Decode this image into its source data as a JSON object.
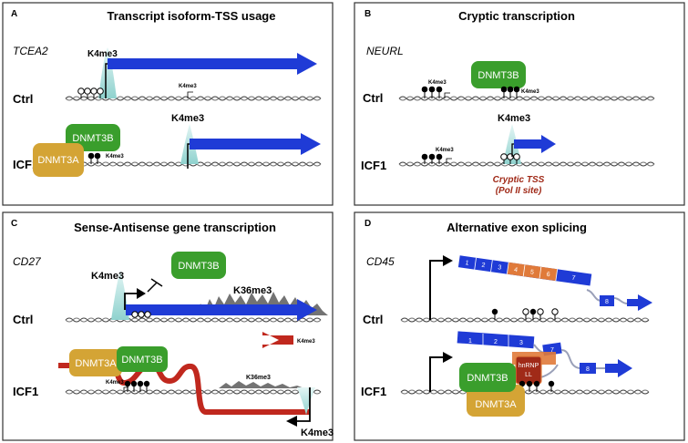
{
  "panels": {
    "a": {
      "letter": "A",
      "title": "Transcript isoform-TSS usage",
      "gene": "TCEA2",
      "row1": "Ctrl",
      "row2": "ICF1",
      "mark_ctrl": "K4me3",
      "mark_ctrl_small": "K4me3",
      "mark_icf_small": "K4me3",
      "mark_icf": "K4me3",
      "enzyme1": "DNMT3B",
      "enzyme2": "DNMT3A"
    },
    "b": {
      "letter": "B",
      "title": "Cryptic transcription",
      "gene": "NEURL",
      "row1": "Ctrl",
      "row2": "ICF1",
      "mark_ctrl_left": "K4me3",
      "mark_ctrl_right": "K4me3",
      "mark_icf_small": "K4me3",
      "mark_icf": "K4me3",
      "enzyme1": "DNMT3B",
      "cryptic_line1": "Cryptic TSS",
      "cryptic_line2": "(Pol II site)"
    },
    "c": {
      "letter": "C",
      "title": "Sense-Antisense gene transcription",
      "gene": "CD27",
      "row1": "Ctrl",
      "row2": "ICF1",
      "mark_ctrl": "K4me3",
      "mark_k36_ctrl": "K36me3",
      "mark_ctrl_anti": "K4me3",
      "mark_icf_small": "K4me3",
      "mark_k36_icf": "K36me3",
      "mark_icf": "K4me3",
      "enzyme1": "DNMT3B",
      "enzyme2": "DNMT3A"
    },
    "d": {
      "letter": "D",
      "title": "Alternative exon splicing",
      "gene": "CD45",
      "row1": "Ctrl",
      "row2": "ICF1",
      "enzyme1": "DNMT3B",
      "enzyme2": "DNMT3A",
      "factor": "hnRNP\nLL",
      "exons_top": [
        "1",
        "2",
        "3",
        "4",
        "5",
        "6",
        "7",
        "8"
      ],
      "exons_bottom": [
        "1",
        "2",
        "3",
        "7",
        "8"
      ]
    }
  },
  "colors": {
    "transcript": "#1f3bd6",
    "dnmt3b": "#3a9e2c",
    "dnmt3a": "#d4a435",
    "antisense": "#c0281e",
    "peak": "#a8dcd9",
    "cryptic": "#a02a18"
  }
}
